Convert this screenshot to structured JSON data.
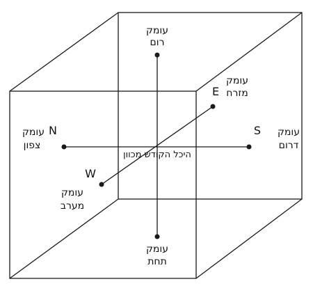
{
  "colors": {
    "line": "#1a1a1a",
    "background": "#ffffff"
  },
  "center_label": "היכל הקודש מכוון",
  "axes": {
    "up": {
      "line1": "עומק",
      "line2": "רום",
      "letter": ""
    },
    "down": {
      "line1": "עומק",
      "line2": "תחת",
      "letter": ""
    },
    "north": {
      "line1": "עומק",
      "line2": "צפון",
      "letter": "N"
    },
    "south": {
      "line1": "עומק",
      "line2": "דרום",
      "letter": "S"
    },
    "east": {
      "line1": "עומק",
      "line2": "מזרח",
      "letter": "E"
    },
    "west": {
      "line1": "עומק",
      "line2": "מערב",
      "letter": "W"
    }
  }
}
